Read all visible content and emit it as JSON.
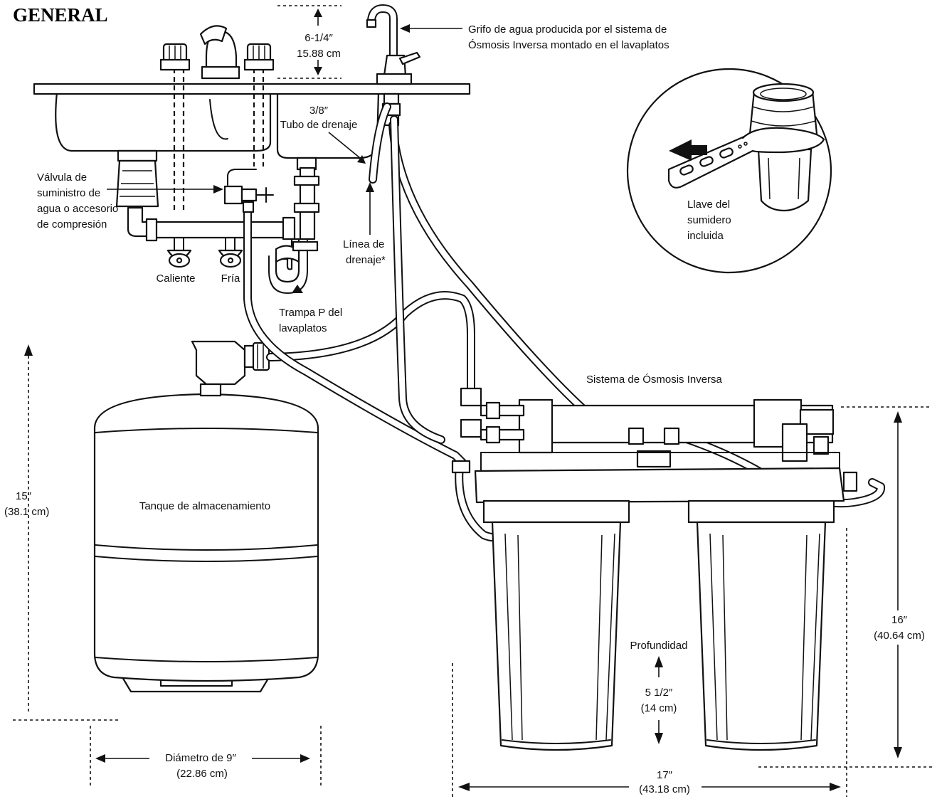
{
  "heading": "GENERAL",
  "labels": {
    "faucet": [
      "Grifo de agua producida por el sistema de",
      "Ósmosis Inversa montado en el lavaplatos"
    ],
    "faucet_height": [
      "6-1/4″",
      "15.88 cm"
    ],
    "drain_tube": [
      "3/8″",
      "Tubo de drenaje"
    ],
    "valve": [
      "Válvula de",
      "suministro de",
      "agua o accesorio",
      "de compresión"
    ],
    "hot": "Caliente",
    "cold": "Fría",
    "drain_line": [
      "Línea de",
      "drenaje*"
    ],
    "p_trap": [
      "Trampa P del",
      "lavaplatos"
    ],
    "wrench": [
      "Llave del",
      "sumidero",
      "incluida"
    ],
    "system": "Sistema de Ósmosis Inversa",
    "tank": "Tanque de almacenamiento",
    "tank_height": [
      "15″",
      "(38.1 cm)"
    ],
    "tank_diameter": [
      "Diámetro de 9″",
      "(22.86 cm)"
    ],
    "depth_title": "Profundidad",
    "depth": [
      "5 1/2″",
      "(14 cm)"
    ],
    "system_height": [
      "16″",
      "(40.64 cm)"
    ],
    "system_width": [
      "17″",
      "(43.18 cm)"
    ]
  },
  "colors": {
    "ink": "#111111",
    "paper": "#ffffff"
  }
}
